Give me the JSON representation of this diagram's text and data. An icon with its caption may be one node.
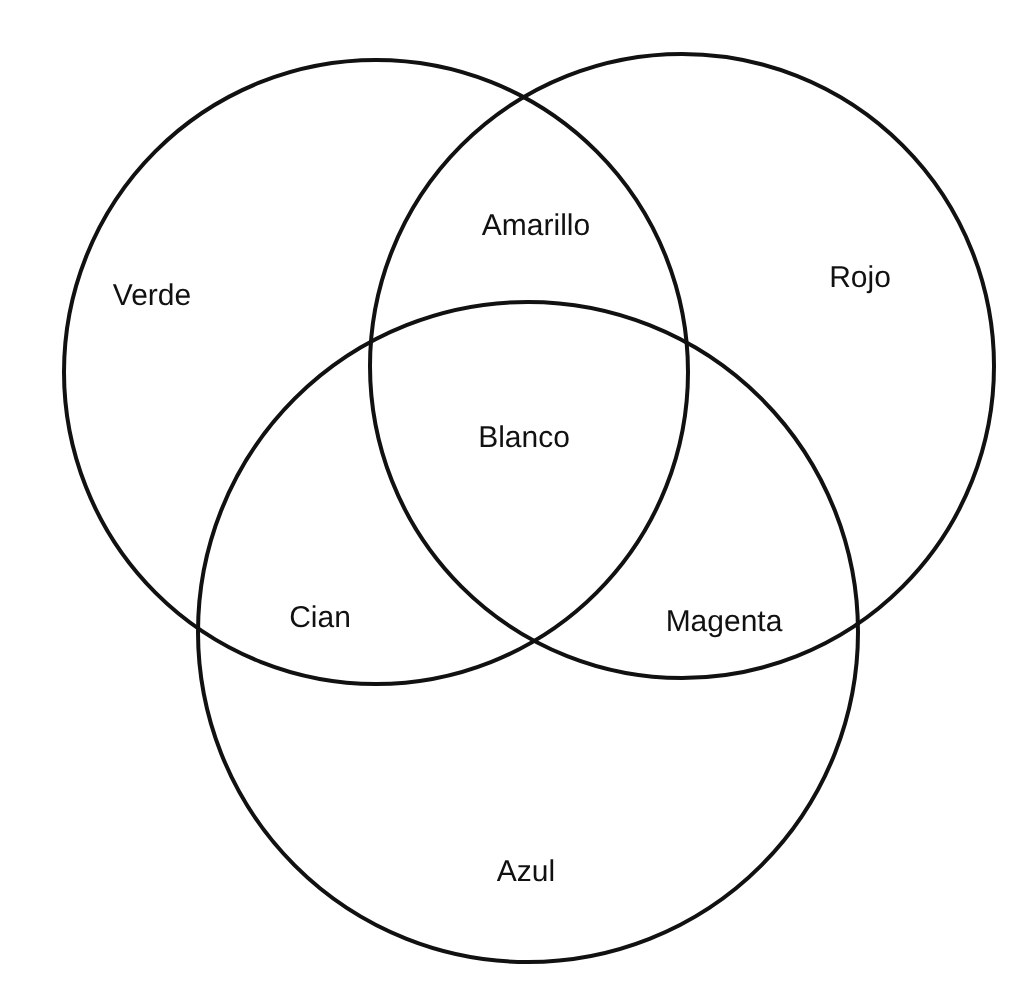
{
  "diagram": {
    "nodes": [
      {
        "text": [
          "Verde"
        ]
      },
      {
        "text": [
          "Rojo"
        ]
      },
      {
        "text": [
          "Azul"
        ]
      }
    ],
    "labels": [
      "Amarillo",
      "Blanco",
      "Cian",
      "Magenta"
    ]
  }
}
